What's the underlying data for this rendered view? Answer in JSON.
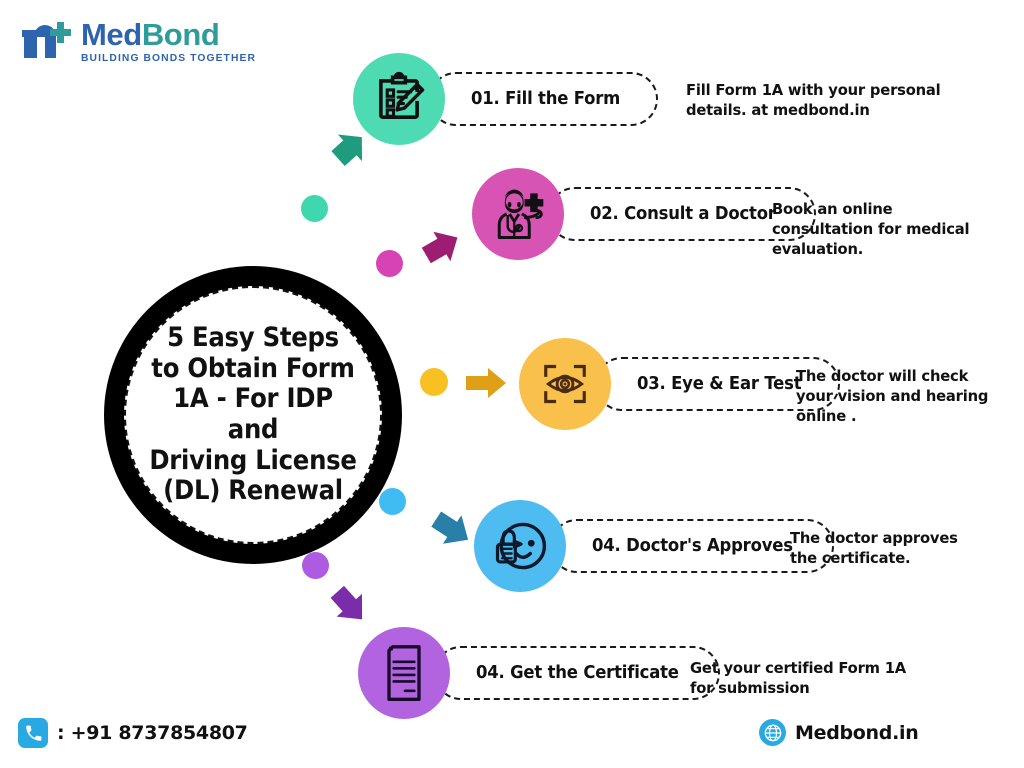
{
  "brand": {
    "name_part1": "Med",
    "name_part2": "Bond",
    "tagline": "BUILDING BONDS TOGETHER",
    "logo_icon": "medbond-m-plus-logo",
    "color_primary": "#2E63AE",
    "color_secondary": "#2E9C9B"
  },
  "hub": {
    "title": "5 Easy Steps\nto Obtain Form\n1A - For IDP and\nDriving License\n(DL) Renewal",
    "ring_color": "#000000",
    "background": "#FFFFFF"
  },
  "steps": [
    {
      "label": "01. Fill the Form",
      "description": "Fill Form 1A with your personal\ndetails. at medbond.in",
      "color": "#4EDBB4",
      "dot_color": "#3FD8AE",
      "arrow_color": "#1F9B7E",
      "icon": "clipboard-pencil-icon"
    },
    {
      "label": "02. Consult a Doctor",
      "description": "Book an online\nconsultation for medical\nevaluation.",
      "color": "#D854B4",
      "dot_color": "#D742B4",
      "arrow_color": "#9C1D72",
      "icon": "doctor-icon"
    },
    {
      "label": "03. Eye & Ear Test",
      "description": "The doctor will check\nyour vision and hearing\nonline .",
      "color": "#F9C04B",
      "dot_color": "#F9C023",
      "arrow_color": "#D99A16",
      "icon": "eye-scan-icon"
    },
    {
      "label": "04. Doctor's Approves",
      "description": "The doctor approves\nthe certificate.",
      "color": "#4EBCF0",
      "dot_color": "#3FBDF2",
      "arrow_color": "#2A7FA8",
      "icon": "winking-face-thumbs-up-icon"
    },
    {
      "label": "04. Get the Certificate",
      "description": "Get your certified Form 1A\nfor submission",
      "color": "#B濫",
      "dot_color": "#AD5BE0",
      "arrow_color": "#7B2CA8",
      "icon": "certificate-document-icon"
    }
  ],
  "footer": {
    "phone_icon": "phone-icon",
    "phone": ": +91 8737854807",
    "web_icon": "globe-icon",
    "website": "Medbond.in",
    "badge_color": "#29A9E1"
  }
}
